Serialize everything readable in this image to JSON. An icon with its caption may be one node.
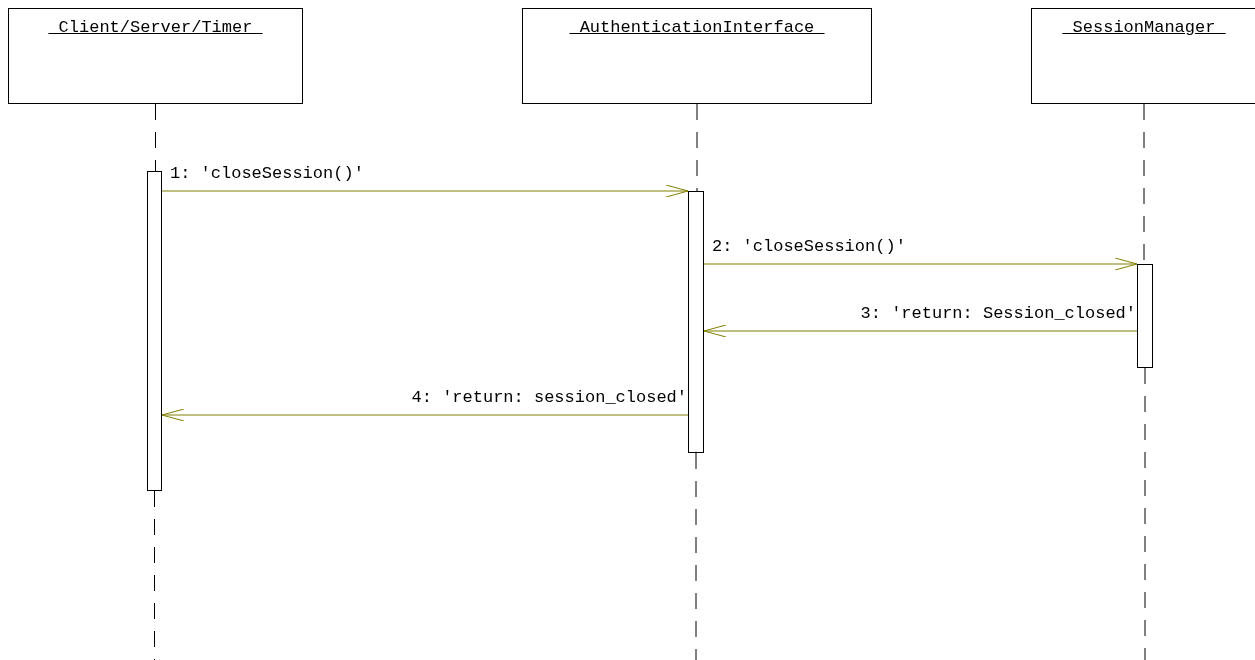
{
  "diagram": {
    "nodes": [
      {
        "text": [
          " Client/Server/Timer "
        ]
      },
      {
        "text": [
          " AuthenticationInterface "
        ]
      },
      {
        "text": [
          " SessionManager "
        ]
      },
      {
        "text": [],
        "shape": "bar"
      },
      {
        "text": [],
        "shape": "bar"
      },
      {
        "text": [],
        "shape": "bar"
      }
    ],
    "edges": [
      {
        "from": 3,
        "to": 4,
        "arrow": "to",
        "label": "1: 'closeSession()'",
        "color": "#808000"
      },
      {
        "from": 4,
        "to": 5,
        "arrow": "to",
        "label": "2: 'closeSession()'",
        "color": "#808000"
      },
      {
        "from": 5,
        "to": 4,
        "arrow": "to",
        "label": "3: 'return: Session_closed'",
        "color": "#808000"
      },
      {
        "from": 4,
        "to": 3,
        "arrow": "to",
        "label": "4: 'return: session_closed'",
        "color": "#808000"
      },
      {
        "from": 0,
        "to": 3,
        "arrow": "none",
        "style": "dashed",
        "color": "#000000"
      },
      {
        "from": 1,
        "to": 4,
        "arrow": "none",
        "style": "dashed",
        "color": "#000000"
      },
      {
        "from": 2,
        "to": 5,
        "arrow": "none",
        "style": "dashed",
        "color": "#000000"
      }
    ]
  }
}
